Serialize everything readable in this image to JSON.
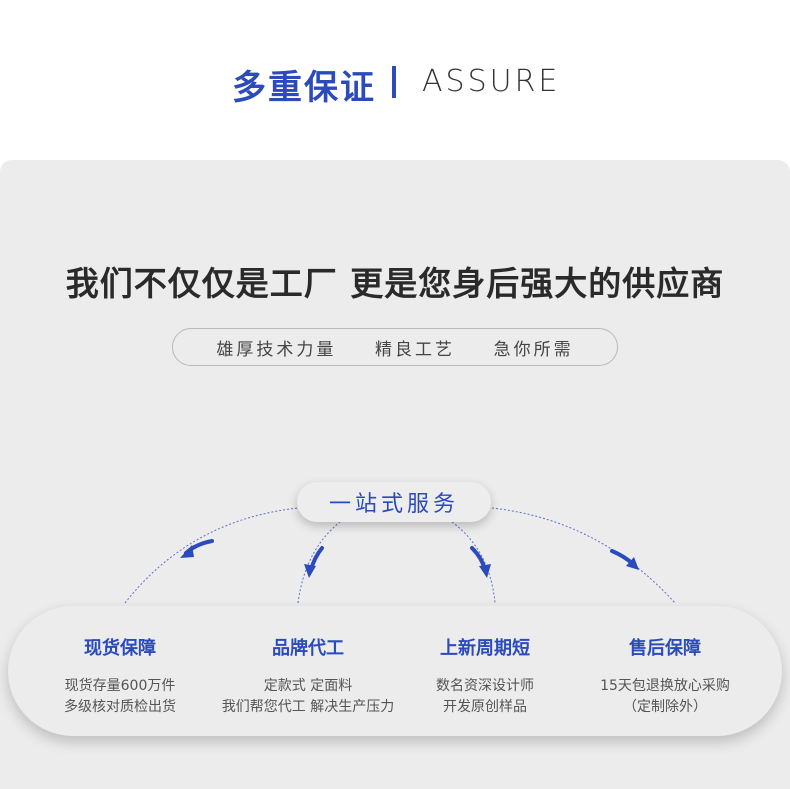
{
  "header": {
    "title_cn": "多重保证",
    "title_en": "ASSURE"
  },
  "panel": {
    "headline": "我们不仅仅是工厂 更是您身后强大的供应商",
    "tags": [
      "雄厚技术力量",
      "精良工艺",
      "急你所需"
    ],
    "center_label": "一站式服务",
    "services": [
      {
        "title": "现货保障",
        "line1": "现货存量600万件",
        "line2": "多级核对质检出货"
      },
      {
        "title": "品牌代工",
        "line1": "定款式 定面料",
        "line2": "我们帮您代工 解决生产压力"
      },
      {
        "title": "上新周期短",
        "line1": "数名资深设计师",
        "line2": "开发原创样品"
      },
      {
        "title": "售后保障",
        "line1": "15天包退换放心采购",
        "line2": "（定制除外）"
      }
    ]
  },
  "colors": {
    "accent": "#2b4bbd",
    "panel_bg": "#ececec",
    "text_dark": "#2a2a2a"
  }
}
